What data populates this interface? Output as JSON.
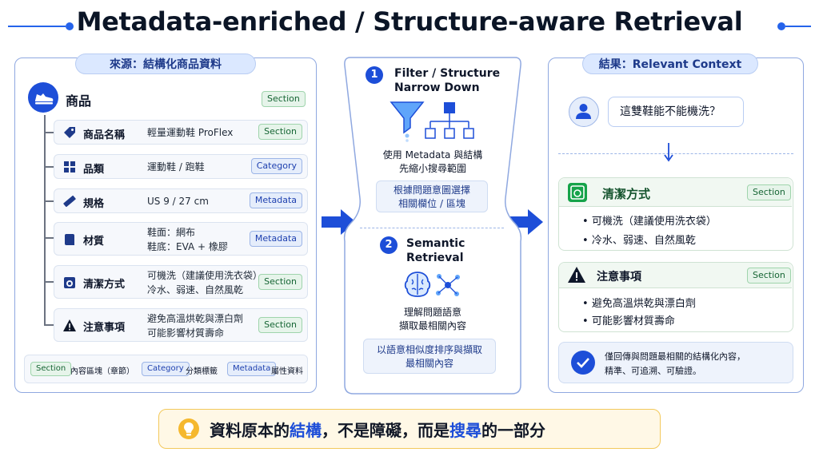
{
  "title": "Metadata-enriched / Structure-aware Retrieval",
  "left": {
    "tab": "來源：結構化商品資料",
    "root": {
      "label": "商品",
      "badge": "Section",
      "icon": "shoe-icon"
    },
    "rows": [
      {
        "label": "商品名稱",
        "lines": [
          "輕量運動鞋 ProFlex"
        ],
        "badge": "Section",
        "badge_kind": "section",
        "icon": "tag-icon"
      },
      {
        "label": "品類",
        "lines": [
          "運動鞋 / 跑鞋"
        ],
        "badge": "Category",
        "badge_kind": "category",
        "icon": "grid-icon"
      },
      {
        "label": "規格",
        "lines": [
          "US 9 / 27 cm"
        ],
        "badge": "Metadata",
        "badge_kind": "metadata",
        "icon": "ruler-icon"
      },
      {
        "label": "材質",
        "lines": [
          "鞋面：網布",
          "鞋底：EVA + 橡膠"
        ],
        "badge": "Metadata",
        "badge_kind": "metadata",
        "icon": "fabric-icon"
      },
      {
        "label": "清潔方式",
        "lines": [
          "可機洗（建議使用洗衣袋）",
          "冷水、弱速、自然風乾"
        ],
        "badge": "Section",
        "badge_kind": "section",
        "icon": "washer-icon"
      },
      {
        "label": "注意事項",
        "lines": [
          "避免高溫烘乾與漂白劑",
          "可能影響材質壽命"
        ],
        "badge": "Section",
        "badge_kind": "section",
        "icon": "warning-icon"
      }
    ],
    "legend": [
      {
        "badge": "Section",
        "text": "內容區塊（章節）"
      },
      {
        "badge": "Category",
        "text": "分類標籤"
      },
      {
        "badge": "Metadata",
        "text": "屬性資料"
      }
    ]
  },
  "middle": {
    "step1": {
      "number": "1",
      "title_line1": "Filter / Structure",
      "title_line2": "Narrow Down",
      "desc_line1": "使用 Metadata 與結構",
      "desc_line2": "先縮小搜尋範圍",
      "box_line1": "根據問題意圖選擇",
      "box_line2": "相關欄位 / 區塊"
    },
    "step2": {
      "number": "2",
      "title_line1": "Semantic",
      "title_line2": "Retrieval",
      "desc_line1": "理解問題語意",
      "desc_line2": "擷取最相關內容",
      "box_line1": "以語意相似度排序與擷取",
      "box_line2": "最相關內容"
    }
  },
  "right": {
    "tab": "結果：Relevant Context",
    "question": "這雙鞋能不能機洗？",
    "cards": [
      {
        "title": "清潔方式",
        "badge": "Section",
        "bullets": [
          "可機洗（建議使用洗衣袋）",
          "冷水、弱速、自然風乾"
        ]
      },
      {
        "title": "注意事項",
        "badge": "Section",
        "bullets": [
          "避免高溫烘乾與漂白劑",
          "可能影響材質壽命"
        ]
      }
    ],
    "summary_line1": "僅回傳與問題最相關的結構化內容，",
    "summary_line2": "精準、可追溯、可驗證。"
  },
  "bottom": {
    "part1": "資料原本的",
    "hl1": "結構",
    "part2": "，不是障礙，而是",
    "hl2": "搜尋",
    "part3": "的一部分"
  },
  "colors": {
    "accent": "#1d4ed8",
    "section_green": "#166534",
    "highlight_yellow": "#f3c95c"
  }
}
